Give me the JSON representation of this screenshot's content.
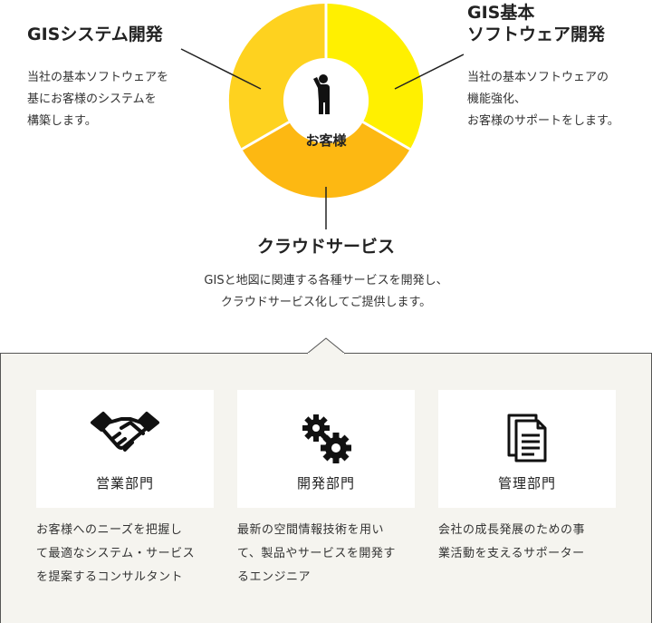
{
  "colors": {
    "segment_left": "#fed21f",
    "segment_right": "#fff000",
    "segment_bottom": "#fdb812",
    "panel_bg": "#f5f4ef",
    "line": "#222222"
  },
  "center": {
    "label": "お客様",
    "icon": "person-raising-hand-icon"
  },
  "sections": {
    "gis_system": {
      "title": "GISシステム開発",
      "desc": [
        "当社の基本ソフトウェアを",
        "基にお客様のシステムを",
        "構築します。"
      ]
    },
    "gis_software": {
      "title": [
        "GIS基本",
        "ソフトウェア開発"
      ],
      "desc": [
        "当社の基本ソフトウェアの",
        "機能強化、",
        "お客様のサポートをします。"
      ]
    },
    "cloud": {
      "title": "クラウドサービス",
      "desc": [
        "GISと地図に関連する各種サービスを開発し、",
        "クラウドサービス化してご提供します。"
      ]
    }
  },
  "departments": [
    {
      "label": "営業部門",
      "icon": "handshake-icon",
      "desc": [
        "お客様へのニーズを把握し",
        "て最適なシステム・サービス",
        "を提案するコンサルタント"
      ]
    },
    {
      "label": "開発部門",
      "icon": "gears-icon",
      "desc": [
        "最新の空間情報技術を用い",
        "て、製品やサービスを開発す",
        "るエンジニア"
      ]
    },
    {
      "label": "管理部門",
      "icon": "documents-icon",
      "desc": [
        "会社の成長発展のための事",
        "業活動を支えるサポーター"
      ]
    }
  ]
}
